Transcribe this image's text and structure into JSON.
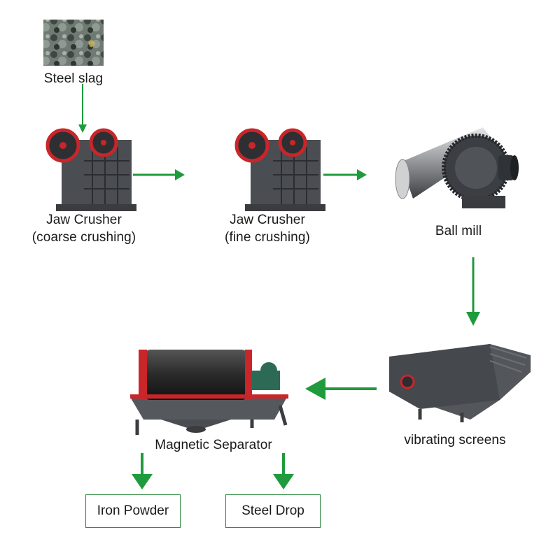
{
  "nodes": {
    "slag": {
      "label": "Steel slag"
    },
    "jaw_coarse": {
      "line1": "Jaw Crusher",
      "line2": "(coarse crushing)"
    },
    "jaw_fine": {
      "line1": "Jaw Crusher",
      "line2": "(fine crushing)"
    },
    "ball_mill": {
      "label": "Ball mill"
    },
    "screens": {
      "label": "vibrating screens"
    },
    "separator": {
      "label": "Magnetic Separator"
    },
    "iron_powder": {
      "label": "Iron Powder"
    },
    "steel_drop": {
      "label": "Steel Drop"
    }
  },
  "colors": {
    "arrow": "#1f9a3c",
    "box_border": "#2c8a3c",
    "machine_body": "#4a4d52",
    "machine_red": "#c8262a"
  }
}
